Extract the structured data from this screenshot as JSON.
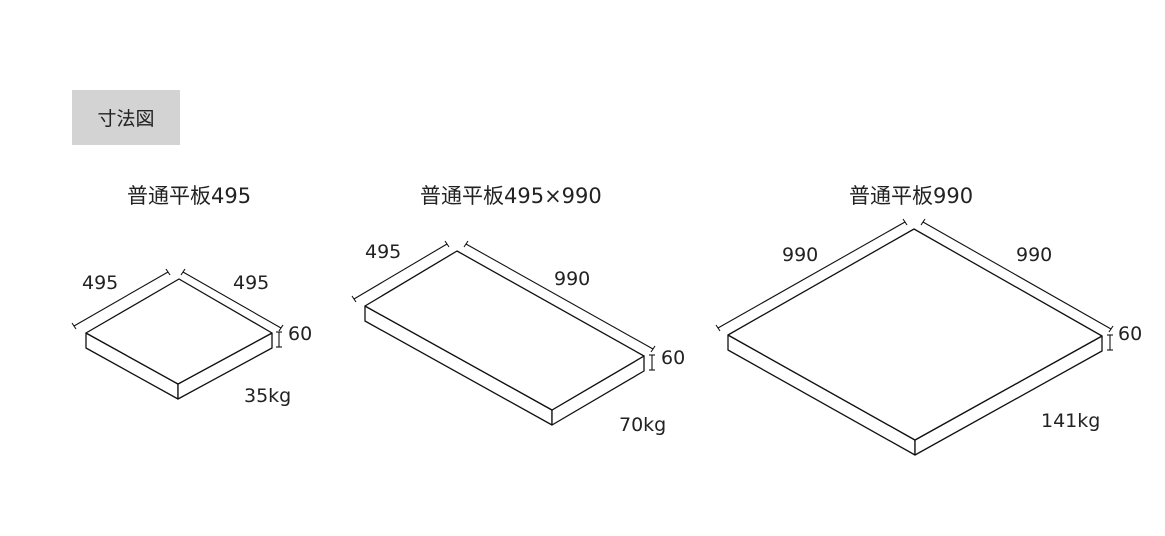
{
  "section_label": "寸法図",
  "products": [
    {
      "name": "普通平板495",
      "left_dim": "495",
      "right_dim": "495",
      "thickness": "60",
      "weight": "35kg"
    },
    {
      "name": "普通平板495×990",
      "left_dim": "495",
      "right_dim": "990",
      "thickness": "60",
      "weight": "70kg"
    },
    {
      "name": "普通平板990",
      "left_dim": "990",
      "right_dim": "990",
      "thickness": "60",
      "weight": "141kg"
    }
  ]
}
